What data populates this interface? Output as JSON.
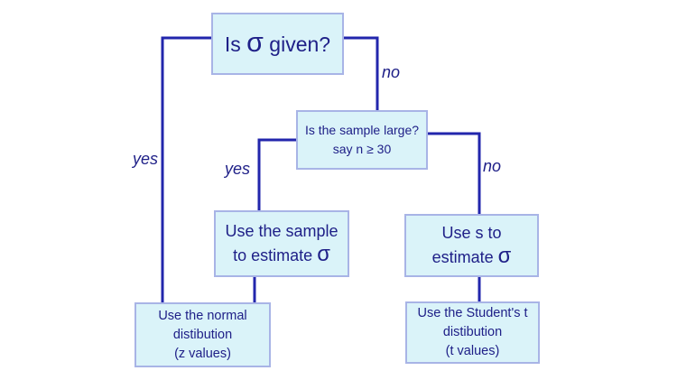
{
  "colors": {
    "background": "#ffffff",
    "box-fill": "#daf3f9",
    "box-border": "#a8b4e6",
    "connector": "#2226ac",
    "text": "#1f2088"
  },
  "nodes": {
    "is_sigma_given": {
      "prefix": "Is ",
      "sigma": "σ",
      "suffix": " given?"
    },
    "sample_large": {
      "line1": "Is the sample large?",
      "line2": "say n ≥  30"
    },
    "use_sample": {
      "line1": "Use the sample",
      "line2_prefix": "to estimate ",
      "sigma": "σ"
    },
    "use_s": {
      "line1": "Use s to",
      "line2_prefix": "estimate ",
      "sigma": "σ"
    },
    "normal_dist": {
      "line1": "Use the normal",
      "line2": "distibution",
      "line3": "(z values)"
    },
    "student_dist": {
      "line1": "Use the Student's t",
      "line2": "distibution",
      "line3": "(t values)"
    }
  },
  "edge_labels": {
    "yes_left": "yes",
    "no_top": "no",
    "yes_mid": "yes",
    "no_right": "no"
  }
}
